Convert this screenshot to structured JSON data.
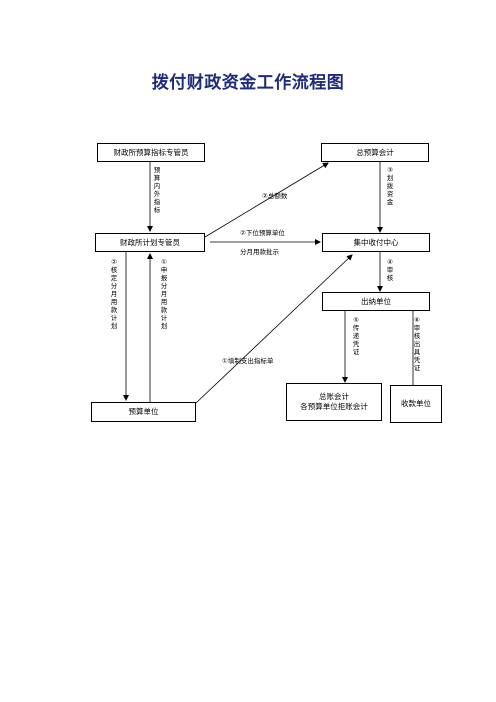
{
  "title": "拨付财政资金工作流程图",
  "boxes": {
    "budget_specialist": "财政所预算指标专管员",
    "chief_budget_accountant": "总预算会计",
    "plan_specialist": "财政所计划专管员",
    "payment_center": "集中收付中心",
    "cashier_unit": "出纳单位",
    "budget_unit": "预算单位",
    "general_accountant_line1": "总账会计",
    "general_accountant_line2": "各预算单位拒账会计",
    "payee_unit": "收款单位"
  },
  "labels": {
    "budget_internal_indicator": "预算内外指标",
    "step2_check_amount": "②总额数",
    "step3_allocate_funds": "③划拨资金",
    "step2_unit_line1": "②下位预算单位",
    "step2_unit_line2": "分月用款批示",
    "step2_check_plan": "②核定分月用款计划",
    "step1_submit_plan": "①申报分月用款计划",
    "step4_review": "④审核",
    "step1_payment_application": "①填制支出指标单",
    "step5_voucher_delivery": "⑤传递凭证",
    "step6_review_voucher": "⑥审核出具凭证"
  }
}
